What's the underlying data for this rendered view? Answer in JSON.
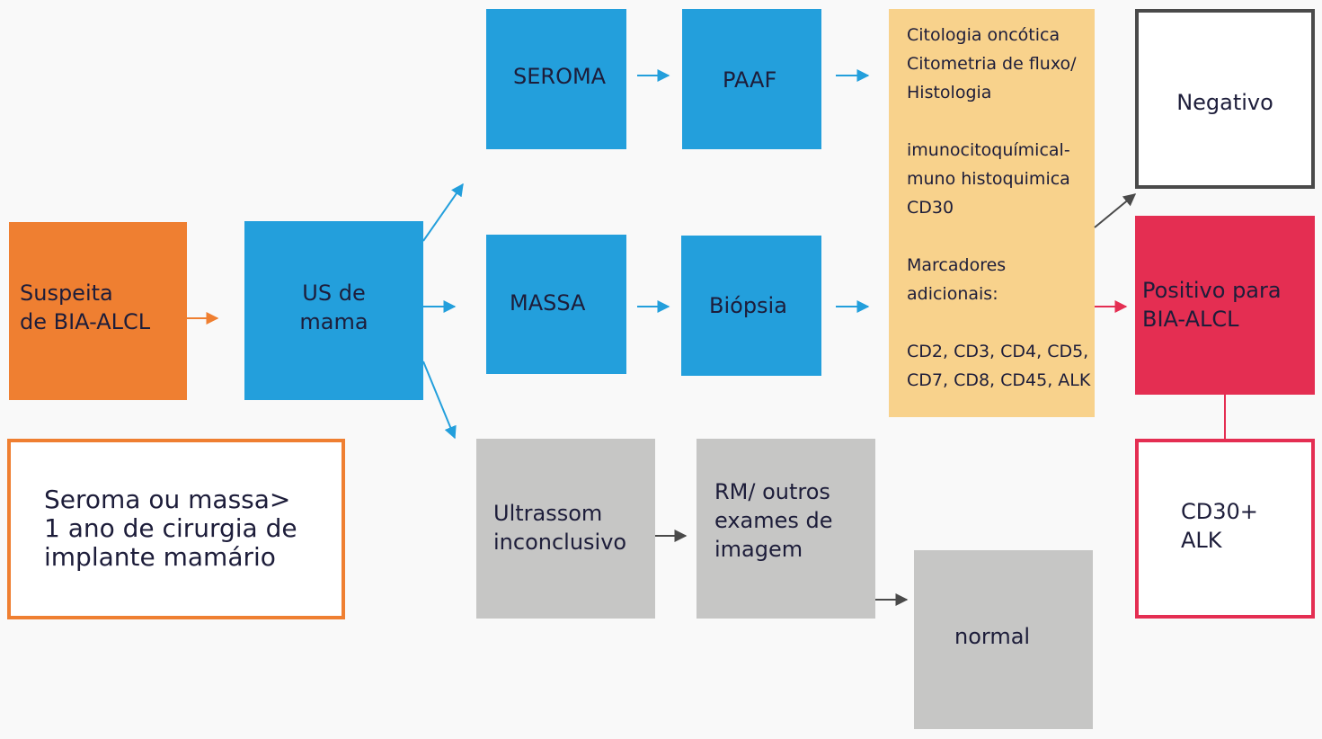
{
  "nodes": {
    "suspeita": "Suspeita\nde BIA-ALCL",
    "note": "Seroma ou massa>\n1 ano de cirurgia de\nimplante mamário",
    "us_mama": "US de\nmama",
    "seroma": "SEROMA",
    "paaf": "PAAF",
    "massa": "MASSA",
    "biopsia": "Biópsia",
    "ultrassom": "Ultrassom\ninconclusivo",
    "rm": "RM/ outros\nexames de\nimagem",
    "normal": "normal",
    "markers": "Citologia oncótica\nCitometria de fluxo/\nHistologia\n\nimunocitoquímical-\nmuno histoquimica\nCD30\n\nMarcadores\nadicionais:\n\nCD2, CD3, CD4, CD5,\nCD7, CD8, CD45, ALK",
    "negativo": "Negativo",
    "positivo": "Positivo para\nBIA-ALCL",
    "cd30": "CD30+\nALK"
  },
  "colors": {
    "orange": "#ef7f31",
    "blue": "#239fdc",
    "gray": "#c6c6c5",
    "yellow": "#f8d28c",
    "red": "#e42e52",
    "dark": "#4a4a4a",
    "text": "#1d1d3a"
  }
}
